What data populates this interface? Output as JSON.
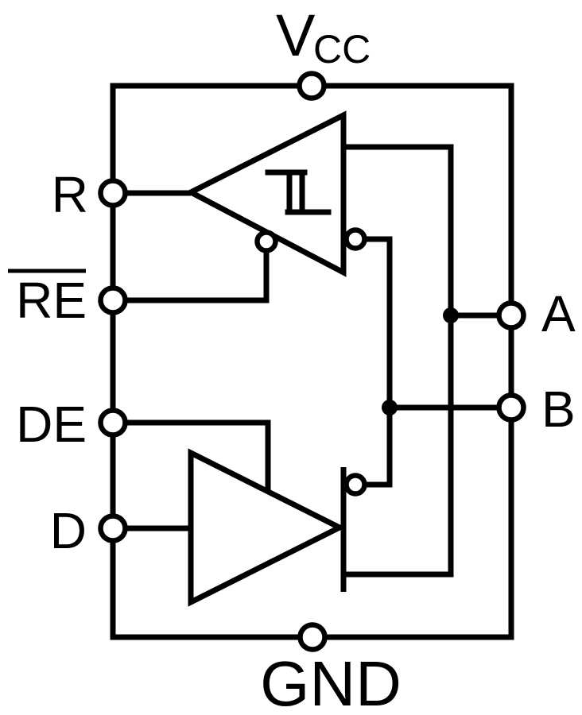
{
  "colors": {
    "line": "#000000",
    "body_fill": "#f1f1f1",
    "background": "#ffffff",
    "pin_fill": "#ffffff"
  },
  "component": {
    "type": "rs485-transceiver-functional-diagram",
    "top_pin": {
      "label_main": "V",
      "label_sub": "CC"
    },
    "bottom_pin": {
      "label": "GND"
    },
    "left_pins": [
      {
        "label": "R",
        "overline": false,
        "connects_to": "receiver-output"
      },
      {
        "label": "RE",
        "overline": true,
        "connects_to": "receiver-enable-bubble"
      },
      {
        "label": "DE",
        "overline": false,
        "connects_to": "driver-enable"
      },
      {
        "label": "D",
        "overline": false,
        "connects_to": "driver-input"
      }
    ],
    "right_pins": [
      {
        "label": "A",
        "connects_to": "receiver-noninverting-input-and-driver-output"
      },
      {
        "label": "B",
        "connects_to": "receiver-inverting-input-and-driver-inverting-output"
      }
    ],
    "blocks": [
      {
        "id": "receiver",
        "shape": "triangle-pointing-left",
        "symbol": "hysteresis"
      },
      {
        "id": "driver",
        "shape": "triangle-pointing-right",
        "symbol": "none"
      }
    ]
  }
}
